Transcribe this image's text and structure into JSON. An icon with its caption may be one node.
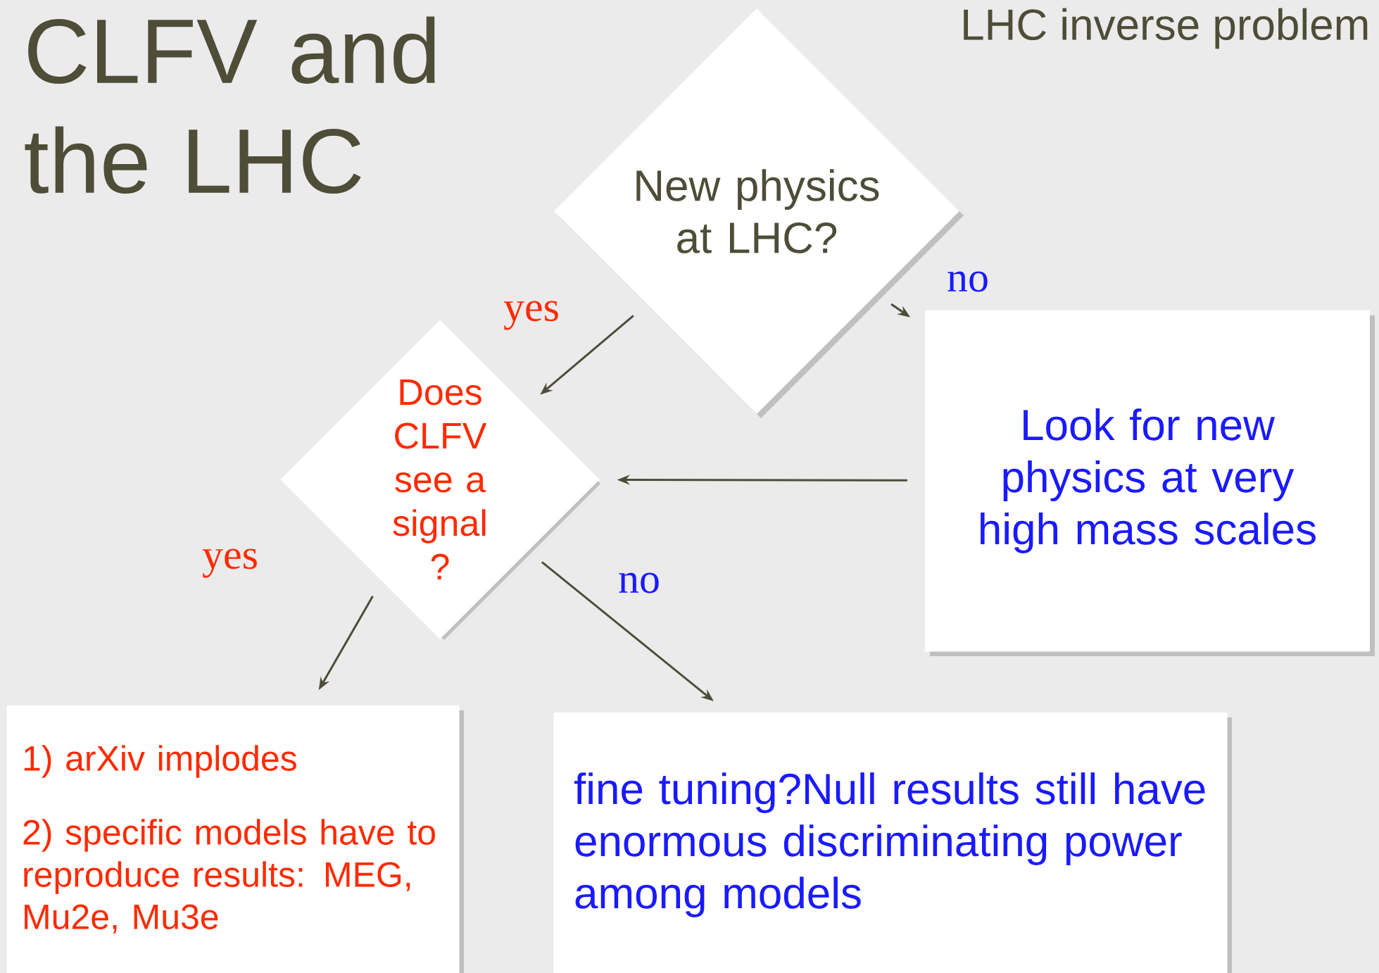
{
  "diagram": {
    "title": "CLFV and the LHC",
    "nodes": [
      {
        "text": [
          "New physics at LHC?"
        ]
      },
      {
        "text": [
          "Does CLFV see a signal ?"
        ]
      },
      {
        "text": [
          "Look for new physics at very high mass scales"
        ]
      },
      {
        "text": [
          "1) arXiv implodes",
          "2) specific models have to reproduce results: MEG, Mu2e, Mu3e"
        ]
      },
      {
        "text": [
          "fine tuning?Null results still have enormous discriminating power among models"
        ]
      }
    ],
    "edges": [
      {
        "from": 0,
        "to": 1,
        "arrow": "to",
        "label": "yes"
      },
      {
        "from": 0,
        "to": 2,
        "arrow": "to",
        "label": "no"
      },
      {
        "from": 2,
        "to": 1,
        "arrow": "to"
      },
      {
        "from": 1,
        "to": 3,
        "arrow": "to",
        "label": "yes"
      },
      {
        "from": 1,
        "to": 4,
        "arrow": "to",
        "label": "no"
      }
    ],
    "labels": [
      "LHC inverse problem"
    ]
  }
}
